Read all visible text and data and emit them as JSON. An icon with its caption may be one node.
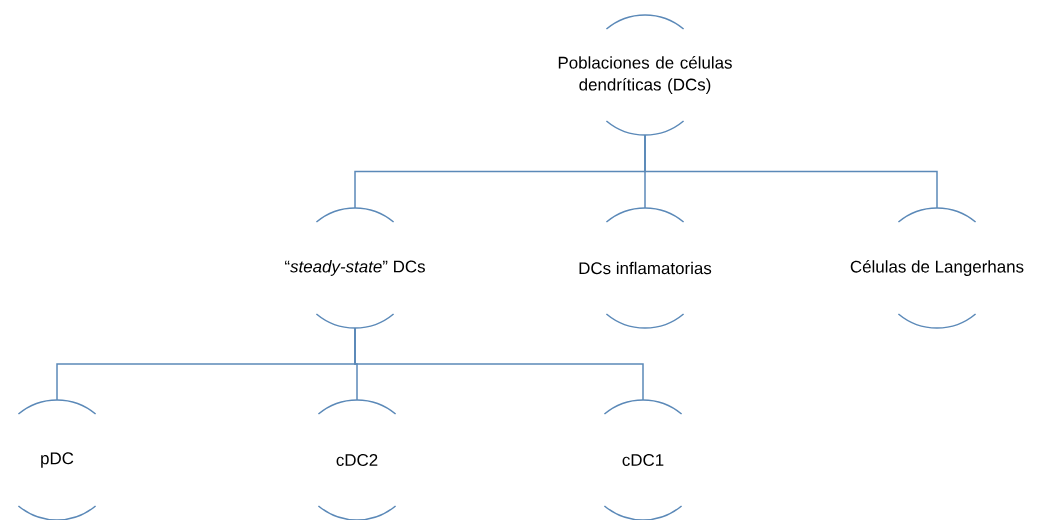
{
  "diagram": {
    "nodes": [
      {
        "text": [
          "Poblaciones de células dendríticas (DCs)"
        ]
      },
      {
        "text": [
          "“*steady-state*” DCs"
        ]
      },
      {
        "text": [
          "DCs inflamatorias"
        ]
      },
      {
        "text": [
          "Células de Langerhans"
        ]
      },
      {
        "text": [
          "pDC"
        ]
      },
      {
        "text": [
          "cDC2"
        ]
      },
      {
        "text": [
          "cDC1"
        ]
      }
    ],
    "edges": [
      {
        "from": 0,
        "to": 1,
        "arrow": "none"
      },
      {
        "from": 0,
        "to": 2,
        "arrow": "none"
      },
      {
        "from": 0,
        "to": 3,
        "arrow": "none"
      },
      {
        "from": 1,
        "to": 4,
        "arrow": "none"
      },
      {
        "from": 1,
        "to": 5,
        "arrow": "none"
      },
      {
        "from": 1,
        "to": 6,
        "arrow": "none"
      }
    ]
  }
}
